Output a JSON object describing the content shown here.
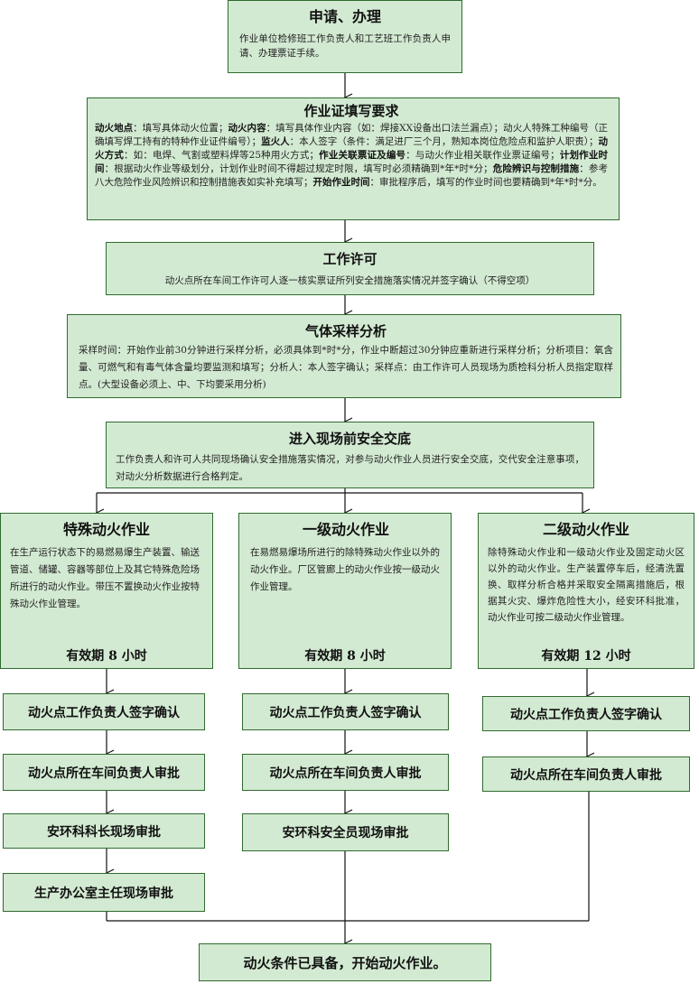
{
  "top": {
    "title": "申请、办理",
    "desc": "作业单位检修班工作负责人和工艺班工作负责人申请、办理票证手续。"
  },
  "requirements": {
    "title": "作业证填写要求",
    "parts": [
      {
        "b": "动火地点",
        "t": "：填写具体动火位置；"
      },
      {
        "b": "动火内容",
        "t": "：填写具体作业内容（如：焊接XX设备出口法兰漏点）；动火人特殊工种编号（正确填写焊工持有的特种作业证件编号）；"
      },
      {
        "b": "监火人",
        "t": "：本人签字（条件：满足进厂三个月，熟知本岗位危险点和监护人职责）；"
      },
      {
        "b": "动火方式",
        "t": "：如：电焊、气割或塑料焊等25种用火方式；"
      },
      {
        "b": "作业关联票证及编号",
        "t": "：与动火作业相关联作业票证编号；"
      },
      {
        "b": "计划作业时间",
        "t": "：根据动火作业等级划分，计划作业时间不得超过规定时限，填写时必须精确到*年*时*分；"
      },
      {
        "b": "危险辨识与控制措施",
        "t": "：参考八大危险作业风险辨识和控制措施表如实补充填写；"
      },
      {
        "b": "开始作业时间",
        "t": "：审批程序后，填写的作业时间也要精确到*年*时*分。"
      }
    ]
  },
  "permit": {
    "title": "工作许可",
    "desc": "动火点所在车间工作许可人逐一核实票证所列安全措施落实情况并签字确认（不得空项）"
  },
  "gas": {
    "title": "气体采样分析",
    "desc": "采样时间：开始作业前30分钟进行采样分析，必须具体到*时*分，作业中断超过30分钟应重新进行采样分析；分析项目：氧含量、可燃气和有毒气体含量均要监测和填写；分析人：本人签字确认；采样点：由工作许可人员现场为质检科分析人员指定取样点。(大型设备必须上、中、下均要采用分析)"
  },
  "briefing": {
    "title": "进入现场前安全交底",
    "desc": "工作负责人和许可人共同现场确认安全措施落实情况，对参与动火作业人员进行安全交底，交代安全注意事项，对动火分析数据进行合格判定。"
  },
  "branches": [
    {
      "title": "特殊动火作业",
      "desc": "在生产运行状态下的易燃易爆生产装置、输送管道、储罐、容器等部位上及其它特殊危险场所进行的动火作业。带压不置换动火作业按特殊动火作业管理。",
      "validity": "有效期 8 小时",
      "steps": [
        "动火点工作负责人签字确认",
        "动火点所在车间负责人审批",
        "安环科科长现场审批",
        "生产办公室主任现场审批"
      ]
    },
    {
      "title": "一级动火作业",
      "desc": "在易燃易爆场所进行的除特殊动火作业以外的动火作业。厂区管廊上的动火作业按一级动火作业管理。",
      "validity": "有效期 8 小时",
      "steps": [
        "动火点工作负责人签字确认",
        "动火点所在车间负责人审批",
        "安环科安全员现场审批"
      ]
    },
    {
      "title": "二级动火作业",
      "desc": "除特殊动火作业和一级动火作业及固定动火区以外的动火作业。生产装置停车后，经清洗置换、取样分析合格并采取安全隔离措施后，根据其火灾、爆炸危险性大小，经安环科批准，动火作业可按二级动火作业管理。",
      "validity": "有效期 12 小时",
      "steps": [
        "动火点工作负责人签字确认",
        "动火点所在车间负责人审批"
      ]
    }
  ],
  "final": {
    "title": "动火条件已具备，开始动火作业。"
  }
}
